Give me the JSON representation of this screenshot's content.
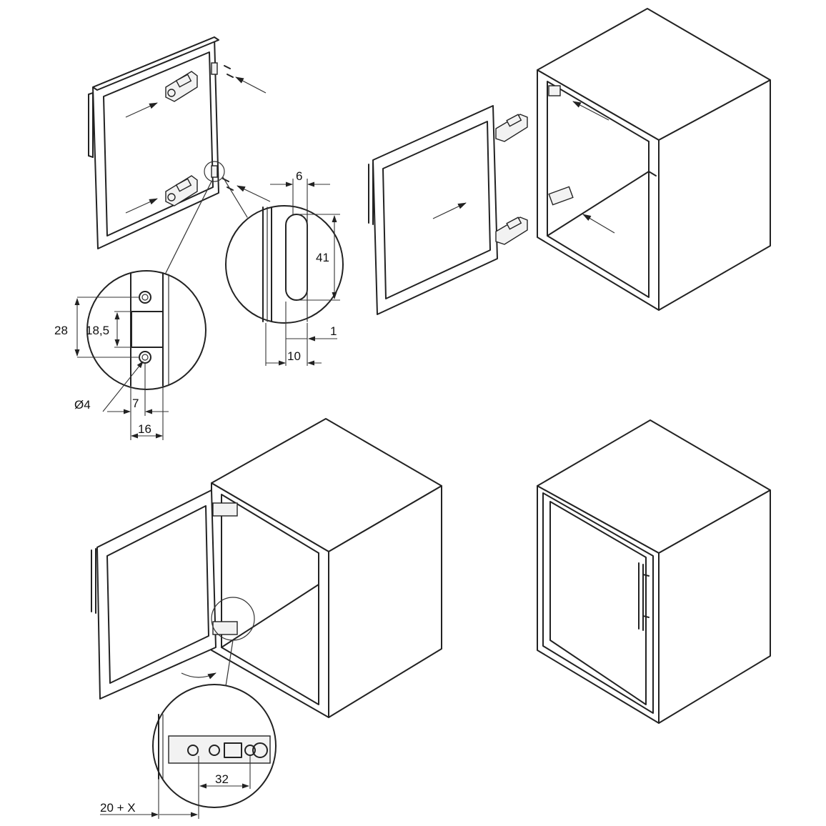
{
  "dimensions": {
    "slot_width": "6",
    "slot_length": "41",
    "slot_edge": "1",
    "slot_offset": "10",
    "plate_height": "28",
    "plate_inner": "18,5",
    "hole_diameter": "Ø4",
    "hole_offset": "7",
    "plate_depth": "16",
    "hinge_spacing": "32",
    "edge_distance": "20 + X"
  },
  "colors": {
    "line": "#222222",
    "background": "#ffffff"
  }
}
